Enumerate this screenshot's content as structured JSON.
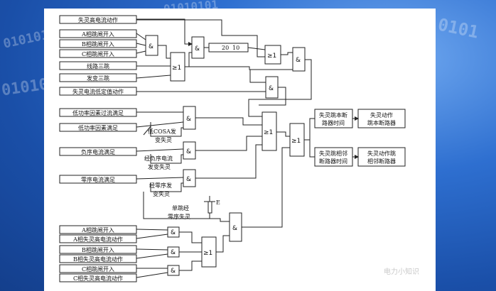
{
  "background": {
    "binary_text": [
      "0101010",
      "010101",
      "01010101",
      "0101"
    ],
    "watermark": "电力小知识"
  },
  "inputs": {
    "shilinggao": "失灵高电流动作",
    "a_open": "A相跳闸开入",
    "b_open": "B相跳闸开入",
    "c_open": "C相跳闸开入",
    "line_trip": "线路三跳",
    "trans_trip": "发变三跳",
    "low_fixed": "失灵电流低定值动作",
    "lowpf_over": "低功率因素过流满足",
    "lowpf": "低功率因素满足",
    "neg_seq": "负序电流满足",
    "zero_seq": "零序电流满足",
    "a_open2": "A相跳闸开入",
    "a_high": "A相失灵高电流动作",
    "b_open2": "B相跳闸开入",
    "b_high": "B相失灵高电流动作",
    "c_open2": "C相跳闸开入",
    "c_high": "C相失灵高电流动作"
  },
  "switch_labels": {
    "cosa_1": "低COSA发",
    "cosa_2": "变失灵",
    "neg_1": "经负序电流",
    "neg_2": "发变失灵",
    "zero_1": "经零序发",
    "zero_2": "变失灵",
    "single_1": "单跳经",
    "single_2": "零序失灵",
    "e_label": "E"
  },
  "gates": {
    "and": "&",
    "or": "≥1"
  },
  "timer": {
    "t1": "20",
    "t2": "10"
  },
  "outputs": {
    "timer_own_1": "失灵跳本断",
    "timer_own_2": "路器时间",
    "timer_adj_1": "失灵跳相邻",
    "timer_adj_2": "断路器时间",
    "act_own_1": "失灵动作",
    "act_own_2": "跳本断路器",
    "act_adj_1": "失灵动作跳",
    "act_adj_2": "相邻断路器"
  }
}
